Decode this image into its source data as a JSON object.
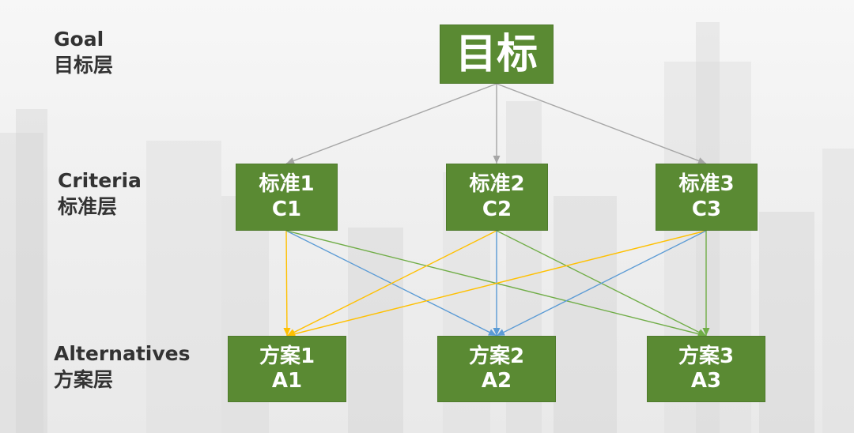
{
  "layers": {
    "goal": {
      "en": "Goal",
      "zh": "目标层"
    },
    "criteria": {
      "en": "Criteria",
      "zh": "标准层"
    },
    "alternatives": {
      "en": "Alternatives",
      "zh": "方案层"
    }
  },
  "nodes": {
    "goal": {
      "line1": "目标"
    },
    "c1": {
      "line1": "标准1",
      "line2": "C1"
    },
    "c2": {
      "line1": "标准2",
      "line2": "C2"
    },
    "c3": {
      "line1": "标准3",
      "line2": "C3"
    },
    "a1": {
      "line1": "方案1",
      "line2": "A1"
    },
    "a2": {
      "line1": "方案2",
      "line2": "A2"
    },
    "a3": {
      "line1": "方案3",
      "line2": "A3"
    }
  },
  "colors": {
    "node_fill": "#5a8a33",
    "goal_edges": "#a6a6a6",
    "c1_edges": "#5b9bd5",
    "c2_edges": "#ffc000",
    "c3_edges": "#70ad47"
  },
  "edges": [
    {
      "from": "goal",
      "to": "c1",
      "color_key": "goal_edges"
    },
    {
      "from": "goal",
      "to": "c2",
      "color_key": "goal_edges"
    },
    {
      "from": "goal",
      "to": "c3",
      "color_key": "goal_edges"
    },
    {
      "from": "c1",
      "to": "a1",
      "color_key": "c2_edges"
    },
    {
      "from": "c1",
      "to": "a2",
      "color_key": "c1_edges"
    },
    {
      "from": "c1",
      "to": "a3",
      "color_key": "c3_edges"
    },
    {
      "from": "c2",
      "to": "a1",
      "color_key": "c2_edges"
    },
    {
      "from": "c2",
      "to": "a2",
      "color_key": "c1_edges"
    },
    {
      "from": "c2",
      "to": "a3",
      "color_key": "c3_edges"
    },
    {
      "from": "c3",
      "to": "a1",
      "color_key": "c2_edges"
    },
    {
      "from": "c3",
      "to": "a2",
      "color_key": "c1_edges"
    },
    {
      "from": "c3",
      "to": "a3",
      "color_key": "c3_edges"
    }
  ]
}
